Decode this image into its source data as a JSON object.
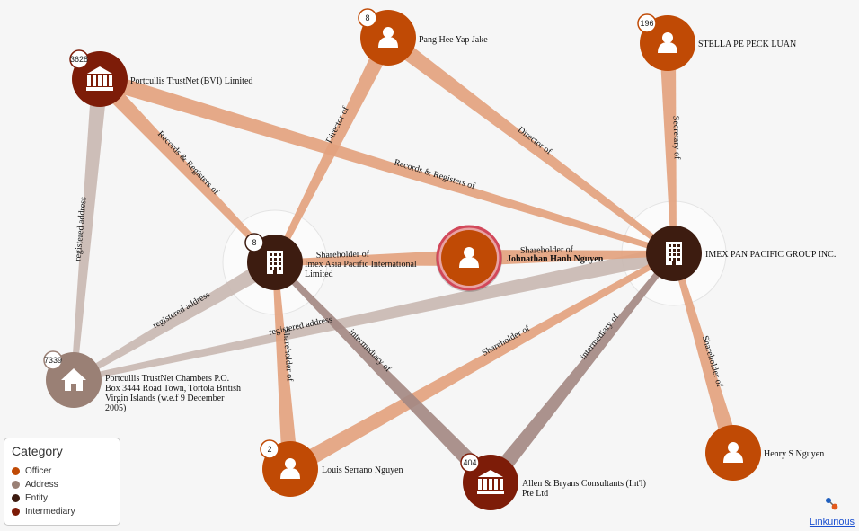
{
  "colors": {
    "Officer": "#c04a05",
    "Address": "#9a8075",
    "Entity": "#3d1c10",
    "Intermediary": "#7d1c08",
    "edge_officer": "#e3a27e",
    "edge_address": "#c9b9b2",
    "edge_intermediary": "#a48983"
  },
  "legend": {
    "title": "Category",
    "items": [
      {
        "label": "Officer",
        "color": "#c04a05"
      },
      {
        "label": "Address",
        "color": "#9a8075"
      },
      {
        "label": "Entity",
        "color": "#3d1c10"
      },
      {
        "label": "Intermediary",
        "color": "#7d1c08"
      }
    ]
  },
  "brand": {
    "name": "Linkurious"
  },
  "nodes": [
    {
      "id": "pangheeyap",
      "label": [
        "Pang Hee Yap Jake"
      ],
      "badge": "8",
      "category": "Officer",
      "icon": "person-icon"
    },
    {
      "id": "stella",
      "label": [
        "STELLA PE PECK LUAN"
      ],
      "badge": "196",
      "category": "Officer",
      "icon": "person-icon"
    },
    {
      "id": "portcullis",
      "label": [
        "Portcullis TrustNet (BVI) Limited"
      ],
      "badge": "3628",
      "category": "Intermediary",
      "icon": "bank-icon"
    },
    {
      "id": "imexasia",
      "label": [
        "Imex Asia Pacific International",
        "Limited"
      ],
      "badge": "8",
      "category": "Entity",
      "icon": "building-icon"
    },
    {
      "id": "johnathan",
      "label": [
        "Johnathan Hanh Nguyen"
      ],
      "badge": "",
      "category": "Officer",
      "icon": "person-icon",
      "selected": true
    },
    {
      "id": "imexpacific",
      "label": [
        "IMEX PAN PACIFIC GROUP INC."
      ],
      "badge": "",
      "category": "Entity",
      "icon": "building-icon"
    },
    {
      "id": "chambers",
      "label": [
        "Portcullis TrustNet Chambers P.O.",
        "Box 3444 Road Town, Tortola British",
        "Virgin Islands (w.e.f 9 December",
        "2005)"
      ],
      "badge": "7339",
      "category": "Address",
      "icon": "house-icon"
    },
    {
      "id": "louis",
      "label": [
        "Louis Serrano Nguyen"
      ],
      "badge": "2",
      "category": "Officer",
      "icon": "person-icon"
    },
    {
      "id": "allen",
      "label": [
        "Allen & Bryans Consultants (Int'l)",
        "Pte Ltd"
      ],
      "badge": "404",
      "category": "Intermediary",
      "icon": "bank-icon"
    },
    {
      "id": "henry",
      "label": [
        "Henry S Nguyen"
      ],
      "badge": "",
      "category": "Officer",
      "icon": "person-icon"
    }
  ],
  "edges": [
    {
      "source": "portcullis",
      "target": "chambers",
      "label": "registered address",
      "kind": "address"
    },
    {
      "source": "imexasia",
      "target": "chambers",
      "label": "registered address",
      "kind": "address"
    },
    {
      "source": "imexpacific",
      "target": "chambers",
      "label": "registered address",
      "kind": "address"
    },
    {
      "source": "portcullis",
      "target": "imexasia",
      "label": "Records & Registers of",
      "kind": "officer"
    },
    {
      "source": "portcullis",
      "target": "imexpacific",
      "label": "Records & Registers of",
      "kind": "officer"
    },
    {
      "source": "pangheeyap",
      "target": "imexasia",
      "label": "Director of",
      "kind": "officer"
    },
    {
      "source": "pangheeyap",
      "target": "imexpacific",
      "label": "Director of",
      "kind": "officer"
    },
    {
      "source": "stella",
      "target": "imexpacific",
      "label": "Secretary of",
      "kind": "officer"
    },
    {
      "source": "johnathan",
      "target": "imexasia",
      "label": "Shareholder of",
      "kind": "officer"
    },
    {
      "source": "johnathan",
      "target": "imexpacific",
      "label": "Shareholder of",
      "kind": "officer"
    },
    {
      "source": "louis",
      "target": "imexasia",
      "label": "Shareholder of",
      "kind": "officer"
    },
    {
      "source": "louis",
      "target": "imexpacific",
      "label": "Shareholder of",
      "kind": "officer"
    },
    {
      "source": "allen",
      "target": "imexasia",
      "label": "intermediary of",
      "kind": "intermediary"
    },
    {
      "source": "allen",
      "target": "imexpacific",
      "label": "intermediary of",
      "kind": "intermediary"
    },
    {
      "source": "henry",
      "target": "imexpacific",
      "label": "Shareholder of",
      "kind": "officer"
    }
  ]
}
